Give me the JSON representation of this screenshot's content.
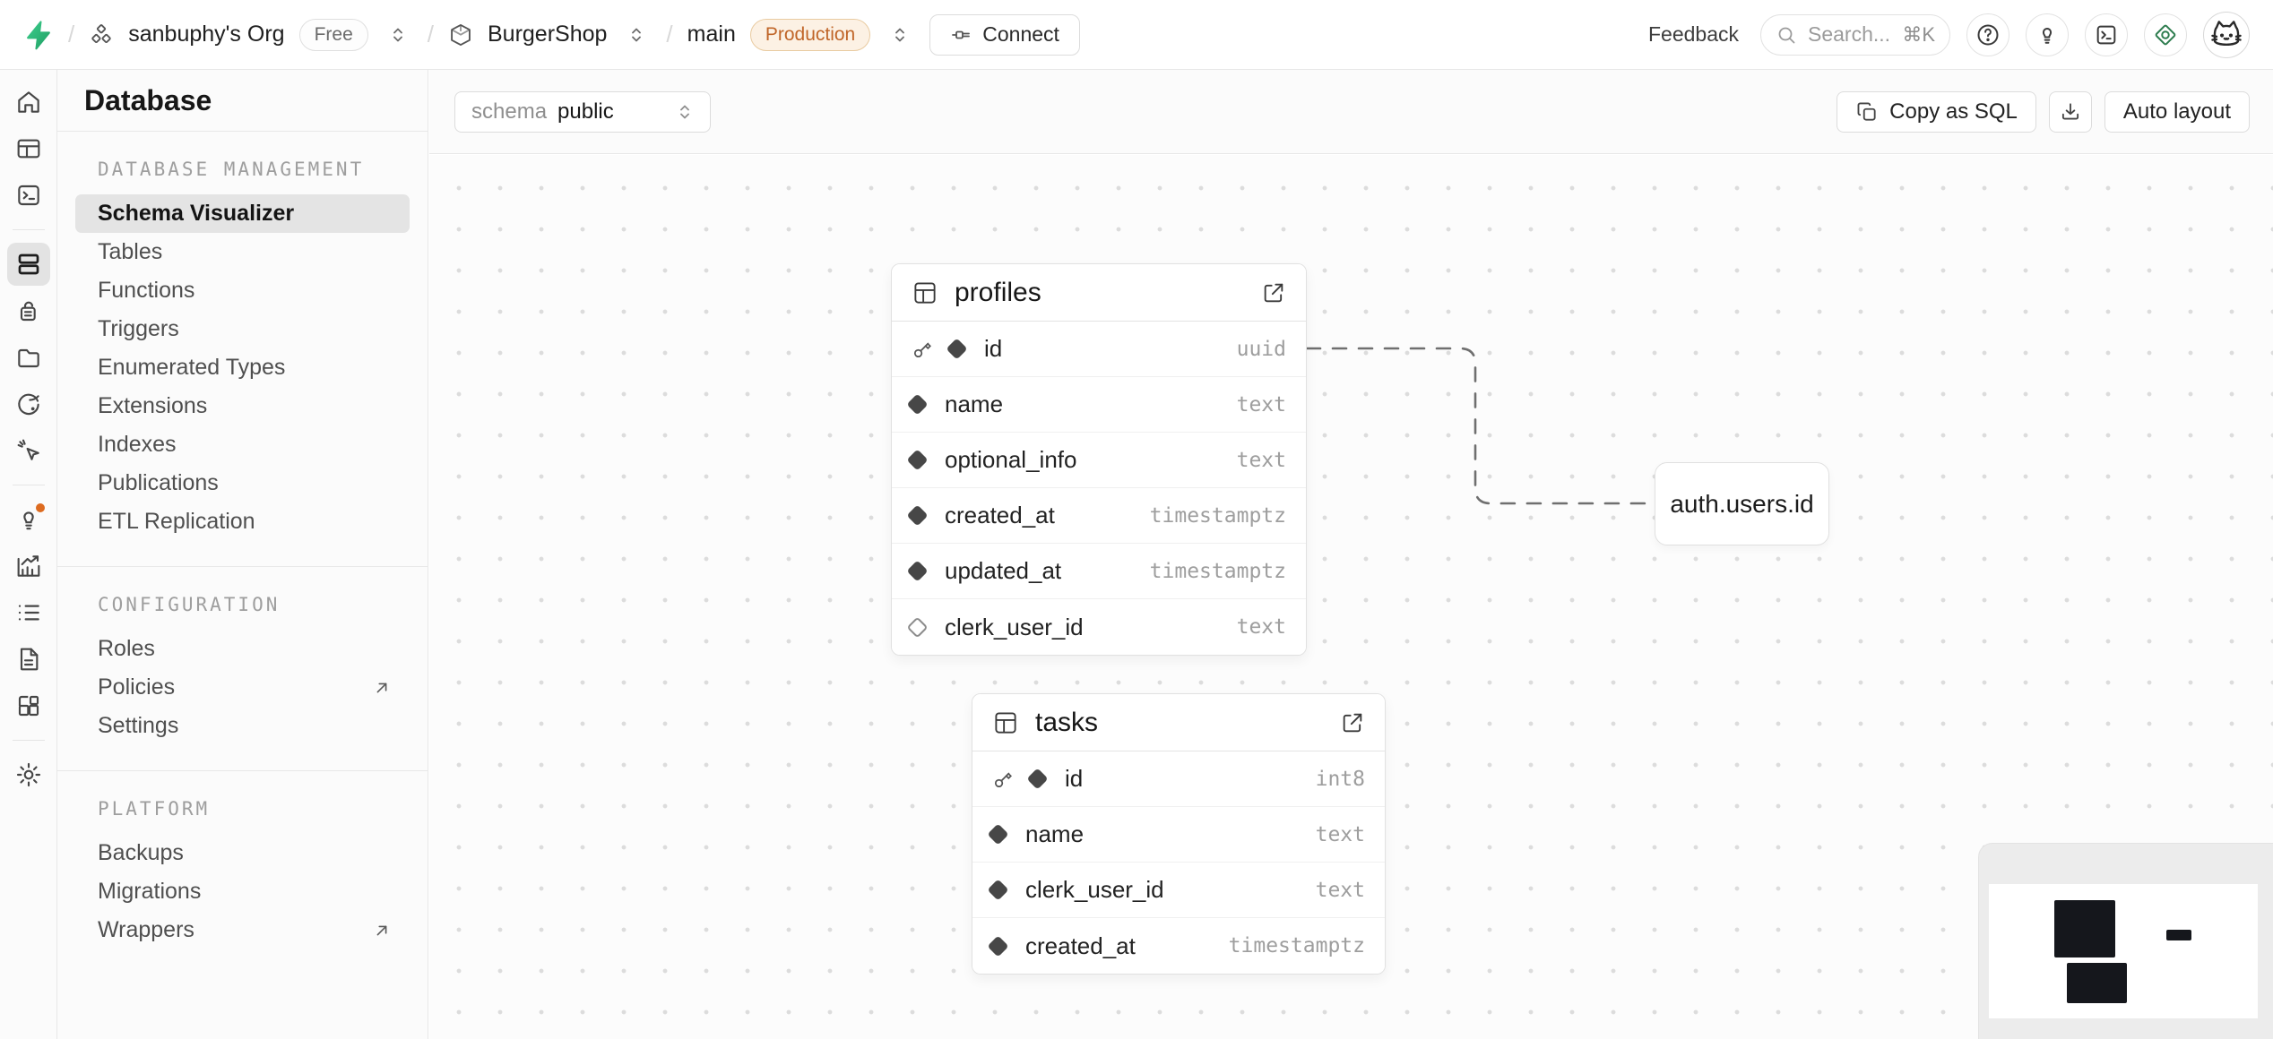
{
  "header": {
    "breadcrumb": {
      "org_name": "sanbuphy's Org",
      "org_plan_badge": "Free",
      "project_name": "BurgerShop",
      "branch_name": "main",
      "env_badge": "Production",
      "separator": "/"
    },
    "connect_label": "Connect",
    "feedback_label": "Feedback",
    "search": {
      "placeholder": "Search...",
      "shortcut": "⌘K"
    }
  },
  "icon_rail": {
    "items": [
      "home",
      "table-editor",
      "sql-editor",
      "database",
      "authentication",
      "storage",
      "edge-functions",
      "realtime",
      "advisors",
      "reports",
      "logs",
      "api-docs",
      "integrations",
      "settings"
    ],
    "active_item": "database",
    "advisors_has_notification": true
  },
  "sidebar": {
    "title": "Database",
    "sections": [
      {
        "label": "DATABASE MANAGEMENT",
        "items": [
          {
            "label": "Schema Visualizer",
            "active": true
          },
          {
            "label": "Tables"
          },
          {
            "label": "Functions"
          },
          {
            "label": "Triggers"
          },
          {
            "label": "Enumerated Types"
          },
          {
            "label": "Extensions"
          },
          {
            "label": "Indexes"
          },
          {
            "label": "Publications"
          },
          {
            "label": "ETL Replication"
          }
        ]
      },
      {
        "label": "CONFIGURATION",
        "items": [
          {
            "label": "Roles"
          },
          {
            "label": "Policies",
            "external": true
          },
          {
            "label": "Settings"
          }
        ]
      },
      {
        "label": "PLATFORM",
        "items": [
          {
            "label": "Backups"
          },
          {
            "label": "Migrations"
          },
          {
            "label": "Wrappers",
            "external": true
          }
        ]
      }
    ]
  },
  "toolbar": {
    "schema_label": "schema",
    "schema_value": "public",
    "copy_sql_label": "Copy as SQL",
    "auto_layout_label": "Auto layout"
  },
  "canvas": {
    "tables": [
      {
        "name": "profiles",
        "columns": [
          {
            "name": "id",
            "type": "uuid",
            "primary_key": true,
            "nullable": false
          },
          {
            "name": "name",
            "type": "text",
            "primary_key": false,
            "nullable": false
          },
          {
            "name": "optional_info",
            "type": "text",
            "primary_key": false,
            "nullable": false
          },
          {
            "name": "created_at",
            "type": "timestamptz",
            "primary_key": false,
            "nullable": false
          },
          {
            "name": "updated_at",
            "type": "timestamptz",
            "primary_key": false,
            "nullable": false
          },
          {
            "name": "clerk_user_id",
            "type": "text",
            "primary_key": false,
            "nullable": true
          }
        ]
      },
      {
        "name": "tasks",
        "columns": [
          {
            "name": "id",
            "type": "int8",
            "primary_key": true,
            "nullable": false
          },
          {
            "name": "name",
            "type": "text",
            "primary_key": false,
            "nullable": false
          },
          {
            "name": "clerk_user_id",
            "type": "text",
            "primary_key": false,
            "nullable": false
          },
          {
            "name": "created_at",
            "type": "timestamptz",
            "primary_key": false,
            "nullable": false
          }
        ]
      }
    ],
    "external_reference_node": "auth.users.id",
    "relationship": {
      "from": "profiles.id",
      "to": "auth.users.id",
      "style": "dashed"
    }
  },
  "colors": {
    "brand_green": "#3ECF8E",
    "brand_green_dark": "#1F9D62",
    "production_badge_text": "#C06528",
    "production_badge_bg": "#FCF1E4",
    "advisors_notification": "#DD6B20",
    "assistant_icon_green": "#2E7D4F",
    "minimap_node": "#15171C",
    "active_item_bg": "#E4E4E4"
  }
}
